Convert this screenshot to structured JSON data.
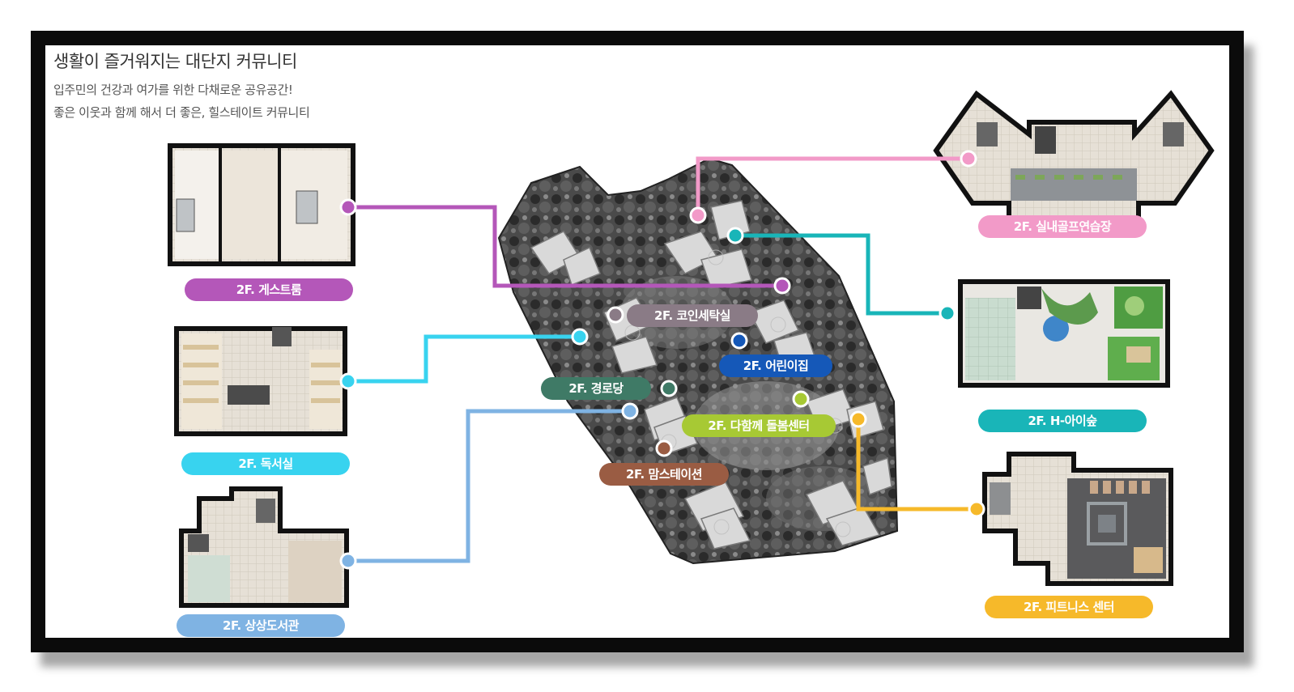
{
  "header": {
    "title": "생활이 즐거워지는 대단지 커뮤니티",
    "subtitle_line1": "입주민의 건강과 여가를 위한 다채로운 공유공간!",
    "subtitle_line2": "좋은 이웃과 함께 해서 더 좋은, 힐스테이트 커뮤니티"
  },
  "facilities": [
    {
      "label": "2F. 게스트룸",
      "color": "#b457b9"
    },
    {
      "label": "2F. 독서실",
      "color": "#38d3ef"
    },
    {
      "label": "2F. 상상도서관",
      "color": "#7fb3e3"
    },
    {
      "label": "2F. 실내골프연습장",
      "color": "#f29ac8"
    },
    {
      "label": "2F. H-아이숲",
      "color": "#19b5b8"
    },
    {
      "label": "2F. 피트니스 센터",
      "color": "#f6b92a"
    }
  ],
  "map_labels": [
    {
      "label": "2F. 코인세탁실",
      "color": "#8a7b86"
    },
    {
      "label": "2F. 어린이집",
      "color": "#1558b8"
    },
    {
      "label": "2F. 경로당",
      "color": "#3f7a66"
    },
    {
      "label": "2F. 다함께 돌봄센터",
      "color": "#a7c934"
    },
    {
      "label": "2F. 맘스테이션",
      "color": "#9a5c43"
    }
  ]
}
